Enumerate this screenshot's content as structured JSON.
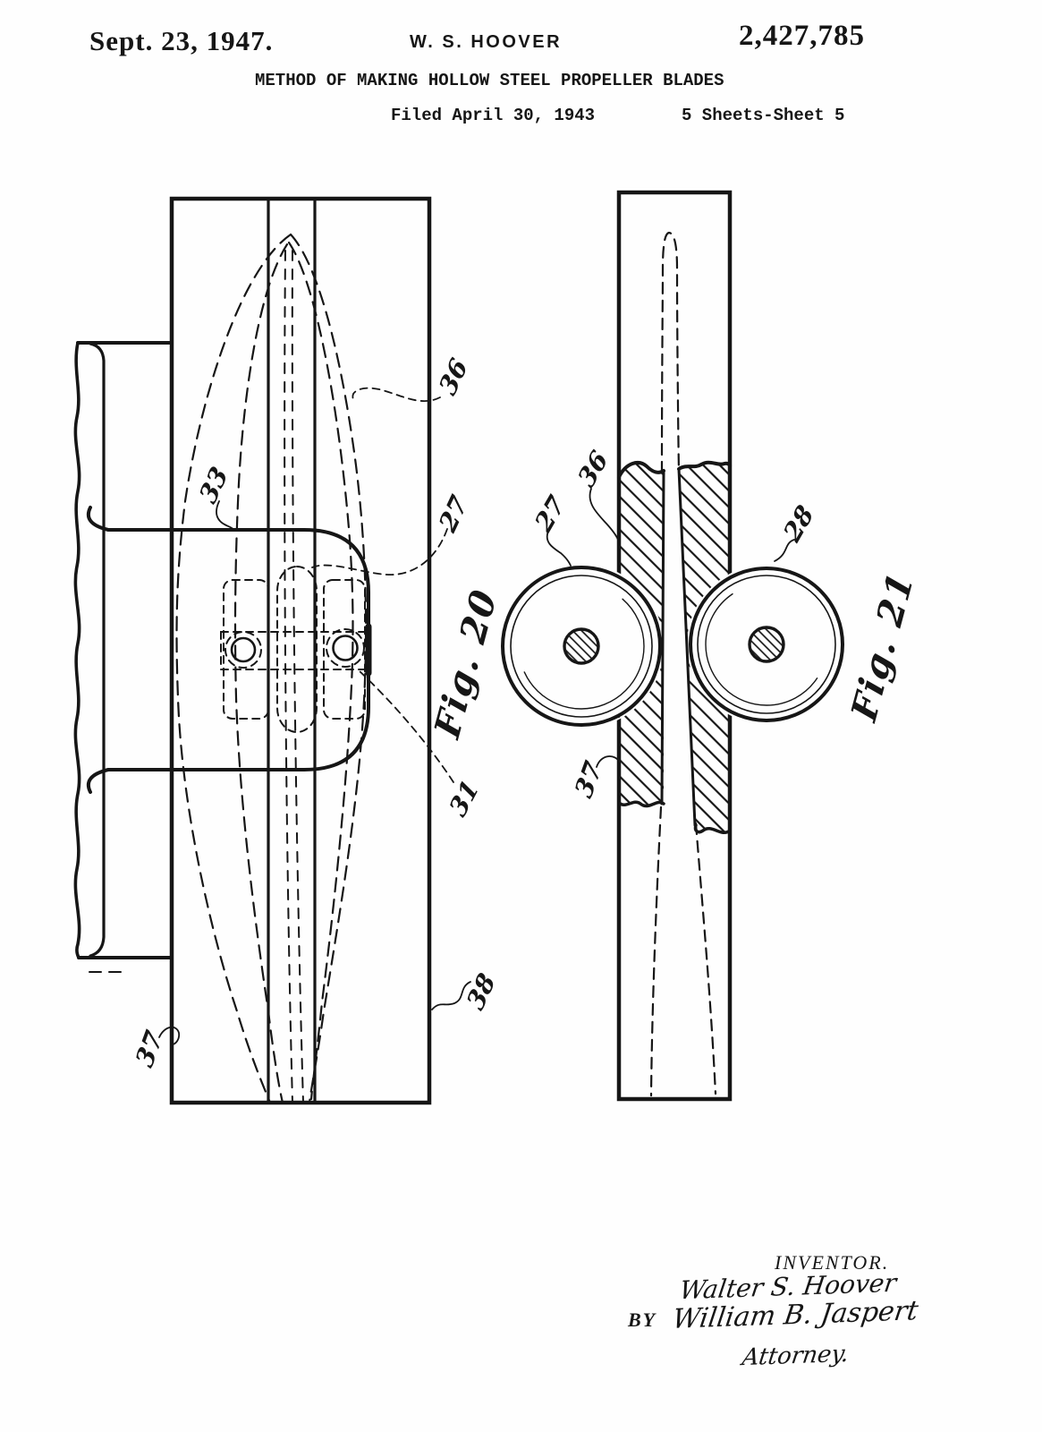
{
  "page": {
    "background": "#fefefe",
    "ink": "#161616"
  },
  "header": {
    "date": "Sept. 23, 1947.",
    "inventor": "W. S. HOOVER",
    "patent_number": "2,427,785",
    "title": "METHOD OF MAKING HOLLOW STEEL PROPELLER BLADES",
    "filed": "Filed April 30, 1943",
    "sheets": "5 Sheets-Sheet 5"
  },
  "figures": {
    "fig20": {
      "caption": "Fig. 20",
      "labels": {
        "n36": "36",
        "n33": "33",
        "n27": "27",
        "n31": "31",
        "n37": "37",
        "n38": "38"
      }
    },
    "fig21": {
      "caption": "Fig. 21",
      "labels": {
        "n36": "36",
        "n27": "27",
        "n28": "28",
        "n37": "37"
      }
    }
  },
  "signature_block": {
    "inventor_heading": "INVENTOR.",
    "inventor_name": "Walter S. Hoover",
    "by_label": "BY",
    "attorney_name": "William B. Jaspert",
    "attorney_title": "Attorney."
  }
}
